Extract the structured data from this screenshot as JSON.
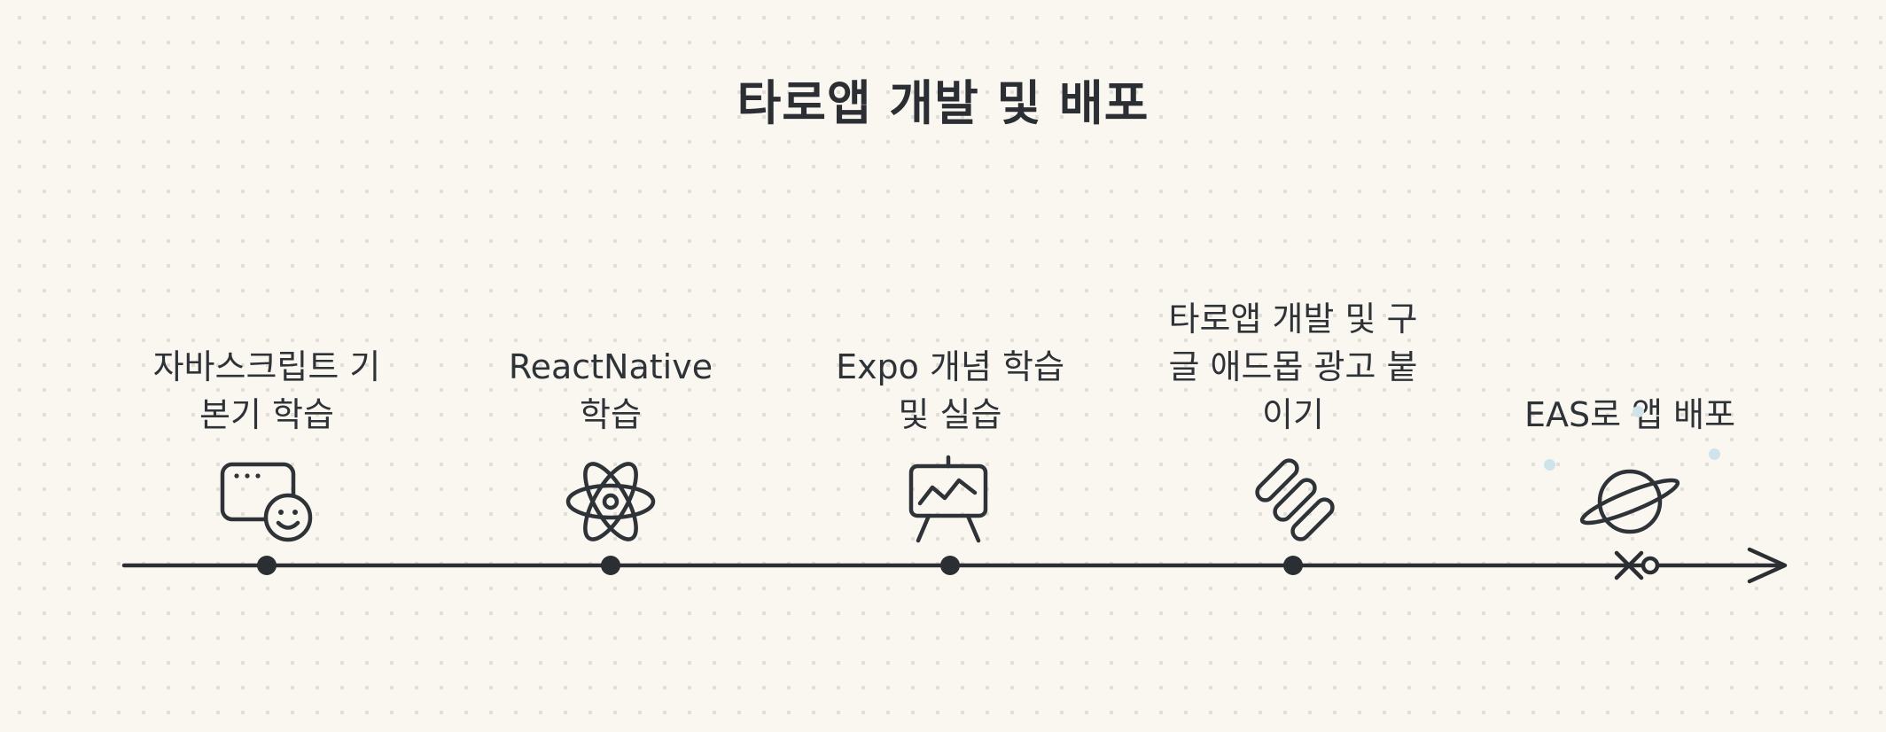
{
  "title": "타로앱 개발 및 배포",
  "colors": {
    "background": "#faf7f1",
    "ink": "#2e3338",
    "grid_dot": "#e1ded7",
    "sparkle": "#cfe3eb"
  },
  "timeline": {
    "direction": "left-to-right-arrow",
    "milestones": [
      {
        "label": "자바스크립트 기\n본기 학습",
        "icon": "browser-smiley-icon"
      },
      {
        "label": "ReactNative\n학습",
        "icon": "react-atom-icon"
      },
      {
        "label": "Expo 개념 학습\n및 실습",
        "icon": "presentation-chart-icon"
      },
      {
        "label": "타로앱 개발 및 구\n글 애드몹 광고 붙\n이기",
        "icon": "admob-ads-icon"
      },
      {
        "label": "EAS로 앱 배포",
        "icon": "planet-ring-icon"
      }
    ]
  }
}
